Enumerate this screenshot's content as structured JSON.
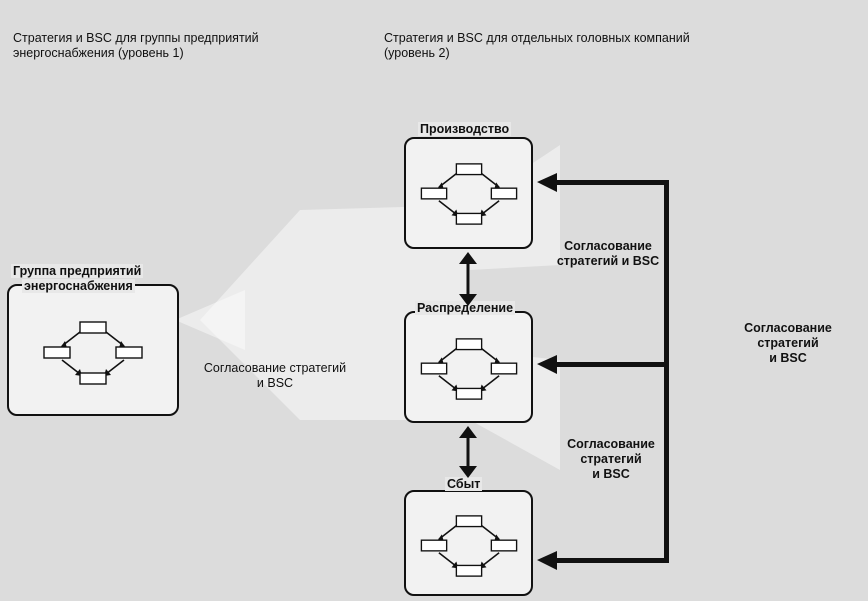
{
  "headers": {
    "level1": "Стратегия и BSC для группы предприятий энергоснабжения (уровень 1)",
    "level2": "Стратегия и BSC для отдельных головных компаний (уровень 2)"
  },
  "group_box": {
    "title_line1": "Группа предприятий",
    "title_line2": "энергоснабжения"
  },
  "companies": [
    {
      "title": "Производство"
    },
    {
      "title": "Распределение"
    },
    {
      "title": "Сбыт"
    }
  ],
  "labels": {
    "group_alignment_line1": "Согласование стратегий",
    "group_alignment_line2": "и BSC",
    "top_line1": "Согласование",
    "top_line2": "стратегий и BSC",
    "right_line1": "Согласование",
    "right_line2": "стратегий",
    "right_line3": "и BSC",
    "lower_line1": "Согласование",
    "lower_line2": "стратегий",
    "lower_line3": "и BSC"
  },
  "icons": [
    "double-arrow-vertical-icon",
    "process-cycle-icon",
    "bracket-arrow-icon",
    "big-fan-arrow-icon"
  ],
  "colors": {
    "background": "#dcdcdc",
    "box": "#f2f2f2",
    "arrow": "#111111",
    "fan_arrow": "#cfcfcf"
  }
}
